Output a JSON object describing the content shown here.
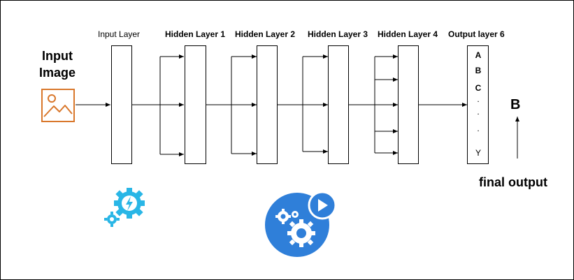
{
  "input": {
    "line1": "Input",
    "line2": "Image",
    "icon": "image-icon"
  },
  "layers": [
    {
      "title": "Input Layer"
    },
    {
      "title": "Hidden Layer 1"
    },
    {
      "title": "Hidden Layer 2"
    },
    {
      "title": "Hidden Layer 3"
    },
    {
      "title": "Hidden Layer 4"
    },
    {
      "title": "Output layer 6"
    }
  ],
  "output_labels": [
    "A",
    "B",
    "C",
    ".",
    ".",
    ".",
    "Y"
  ],
  "final": {
    "letter": "B",
    "caption": "final output"
  },
  "icons": {
    "lightning_gear": "lightning-gears-icon",
    "gears_play": "gears-play-icon"
  },
  "colors": {
    "image_icon": "#d9772b",
    "gear_icon": "#29b6e6",
    "circle_icon": "#2f7fd9"
  }
}
